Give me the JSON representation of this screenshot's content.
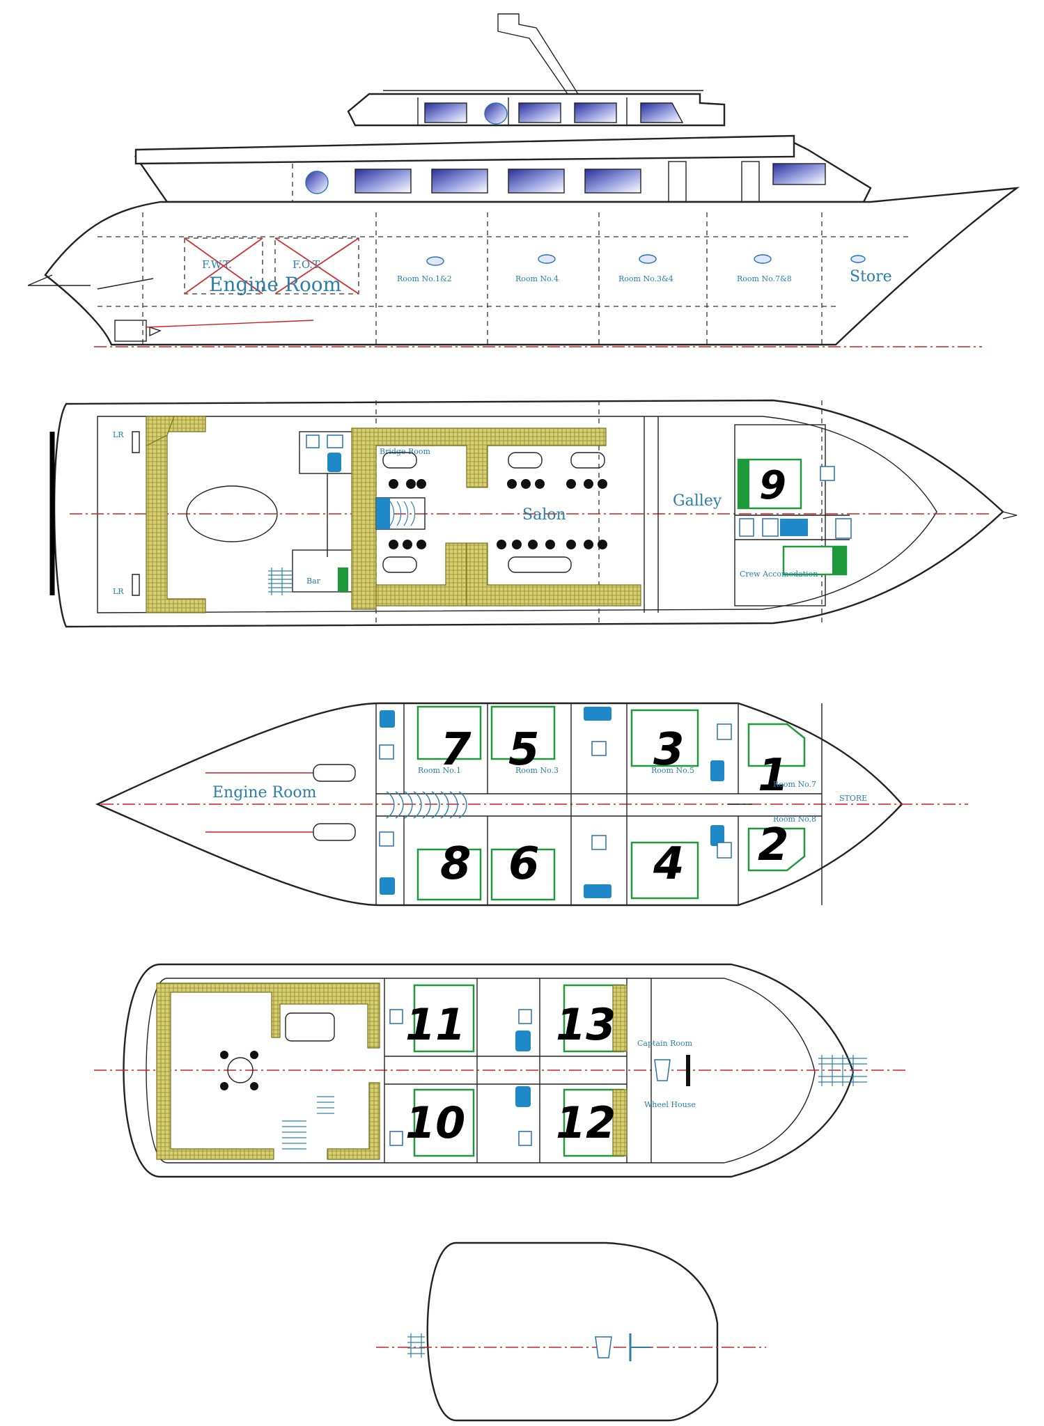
{
  "elevation": {
    "labels": {
      "fwt": "F.W.T.",
      "fot": "F.O.T.",
      "engine_room": "Engine Room",
      "room_1_2": "Room No.1&2",
      "room_4": "Room No.4",
      "room_3_4": "Room No.3&4",
      "room_7_8": "Room No.7&8",
      "store": "Store"
    }
  },
  "main_deck": {
    "labels": {
      "salon": "Salon",
      "galley": "Galley",
      "crew": "Crew Accomodation",
      "bar": "Bar",
      "bridge": "Bridge Room"
    },
    "cabin_numbers": [
      "9"
    ]
  },
  "lower_deck": {
    "labels": {
      "engine_room": "Engine Room",
      "store": "STORE",
      "room_1": "Room No.1",
      "room_3": "Room No.3",
      "room_5": "Room No.5",
      "room_7": "Room No.7",
      "room_8": "Room No.8"
    },
    "cabin_numbers": [
      "7",
      "5",
      "3",
      "1",
      "8",
      "6",
      "4",
      "2"
    ]
  },
  "upper_deck": {
    "labels": {
      "captain_room": "Captain Room",
      "wheel_house": "Wheel House"
    },
    "cabin_numbers": [
      "11",
      "13",
      "10",
      "12"
    ]
  },
  "colors": {
    "text_blue": "#2a7fa8",
    "berth_green": "#1f9a3a",
    "fixture_blue": "#1f88c8",
    "seating_olive": "#c9c25a",
    "centerline_red": "#cc2020"
  }
}
